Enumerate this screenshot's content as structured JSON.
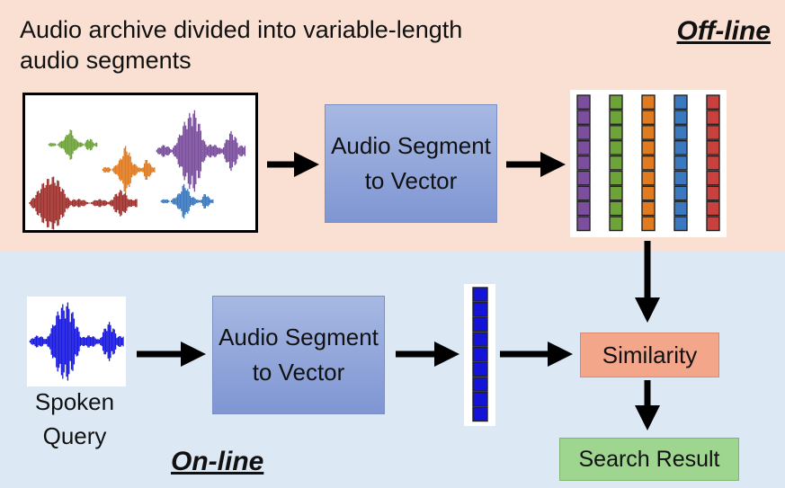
{
  "offline": {
    "caption": "Audio archive divided into variable-length audio segments",
    "label": "Off-line",
    "segment_to_vector": "Audio Segment to Vector",
    "vector_colors": [
      "#7b4f9d",
      "#6ea33a",
      "#e07b20",
      "#3a78c0",
      "#c8413c"
    ]
  },
  "archive_wave_colors": [
    "#6ea33a",
    "#7b4f9d",
    "#e07b20",
    "#a0322e",
    "#3a78c0"
  ],
  "online": {
    "label": "On-line",
    "spoken_query": "Spoken Query",
    "segment_to_vector": "Audio Segment to Vector",
    "query_vector_color": "#1414d8",
    "query_wave_color": "#1a1ae0"
  },
  "similarity": "Similarity",
  "search_result": "Search Result"
}
